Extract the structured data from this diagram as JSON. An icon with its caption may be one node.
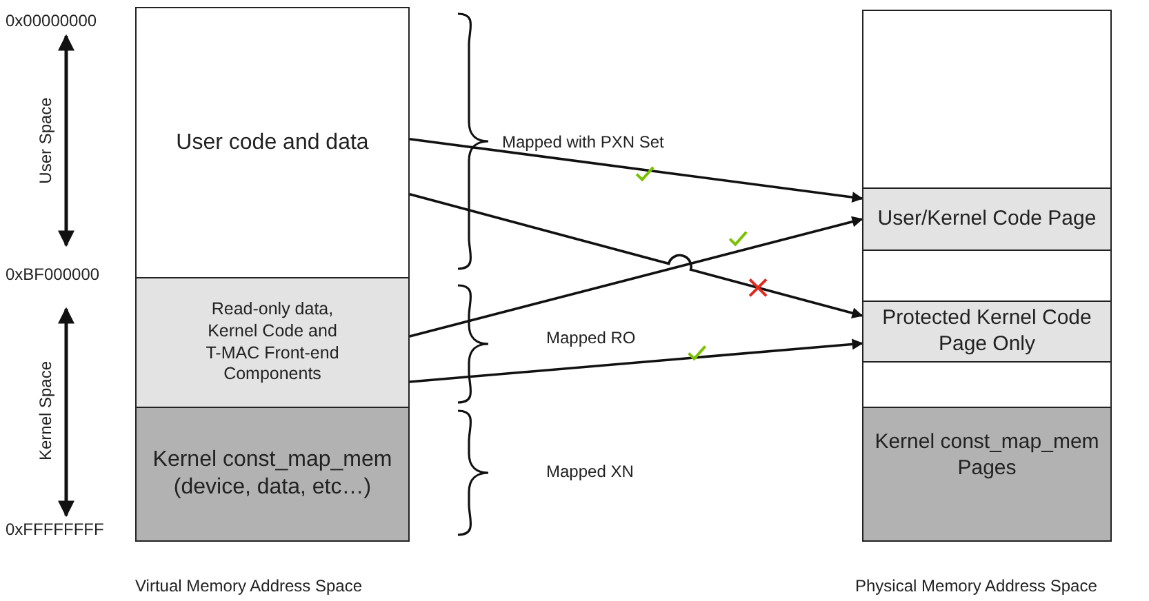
{
  "diagram": {
    "nodes": [
      {
        "text": [
          "User code and data"
        ]
      },
      {
        "text": [
          "Read-only data, Kernel Code and T-MAC Front-end Components"
        ]
      },
      {
        "text": [
          "Kernel const_map_mem (device, data, etc…)"
        ]
      },
      {
        "text": [],
        "shape": "box"
      },
      {
        "text": [
          "User/Kernel Code Page"
        ]
      },
      {
        "text": [],
        "shape": "box"
      },
      {
        "text": [
          "Protected Kernel Code Page Only"
        ]
      },
      {
        "text": [],
        "shape": "box"
      },
      {
        "text": [
          "Kernel const_map_mem Pages"
        ]
      }
    ],
    "edges": [
      {
        "from": 0,
        "to": 4,
        "arrow": "to"
      },
      {
        "from": 0,
        "to": 6,
        "arrow": "to"
      },
      {
        "from": 1,
        "to": 4,
        "arrow": "to"
      },
      {
        "from": 1,
        "to": 6,
        "arrow": "to"
      }
    ],
    "labels": [
      "0x00000000",
      "User Space",
      "0xBF000000",
      "Kernel Space",
      "0xFFFFFFFF",
      "Mapped with PXN Set",
      "Mapped RO",
      "Mapped XN",
      "Virtual Memory Address Space",
      "Physical Memory Address Space"
    ]
  }
}
